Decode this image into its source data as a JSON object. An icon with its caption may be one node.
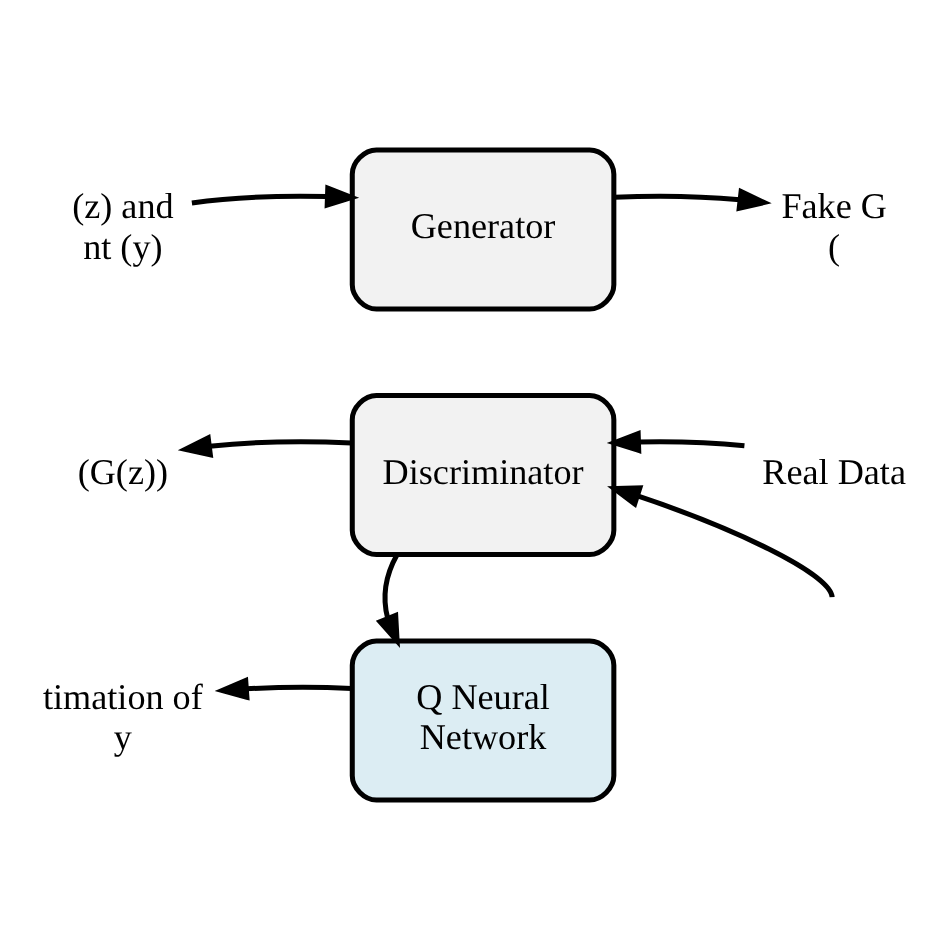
{
  "diagram": {
    "nodes": [
      {
        "text": [
          "(z) and nt (y)"
        ]
      },
      {
        "text": [
          "Generator"
        ]
      },
      {
        "text": [
          "Fake G ("
        ]
      },
      {
        "text": [
          "(G(z))"
        ]
      },
      {
        "text": [
          "Discriminator"
        ]
      },
      {
        "text": [
          "Real Data"
        ]
      },
      {
        "text": [
          "Q Neural Network"
        ]
      },
      {
        "text": [
          "timation of y"
        ]
      }
    ],
    "edges": [
      {
        "from": 0,
        "to": 1,
        "arrow": "to"
      },
      {
        "from": 1,
        "to": 2,
        "arrow": "to"
      },
      {
        "from": 4,
        "to": 3,
        "arrow": "to"
      },
      {
        "from": null,
        "to": 4,
        "arrow": "to"
      },
      {
        "from": 5,
        "to": 4,
        "arrow": "to"
      },
      {
        "from": 4,
        "to": 6,
        "arrow": "to"
      },
      {
        "from": 6,
        "to": 7,
        "arrow": "to"
      }
    ]
  }
}
